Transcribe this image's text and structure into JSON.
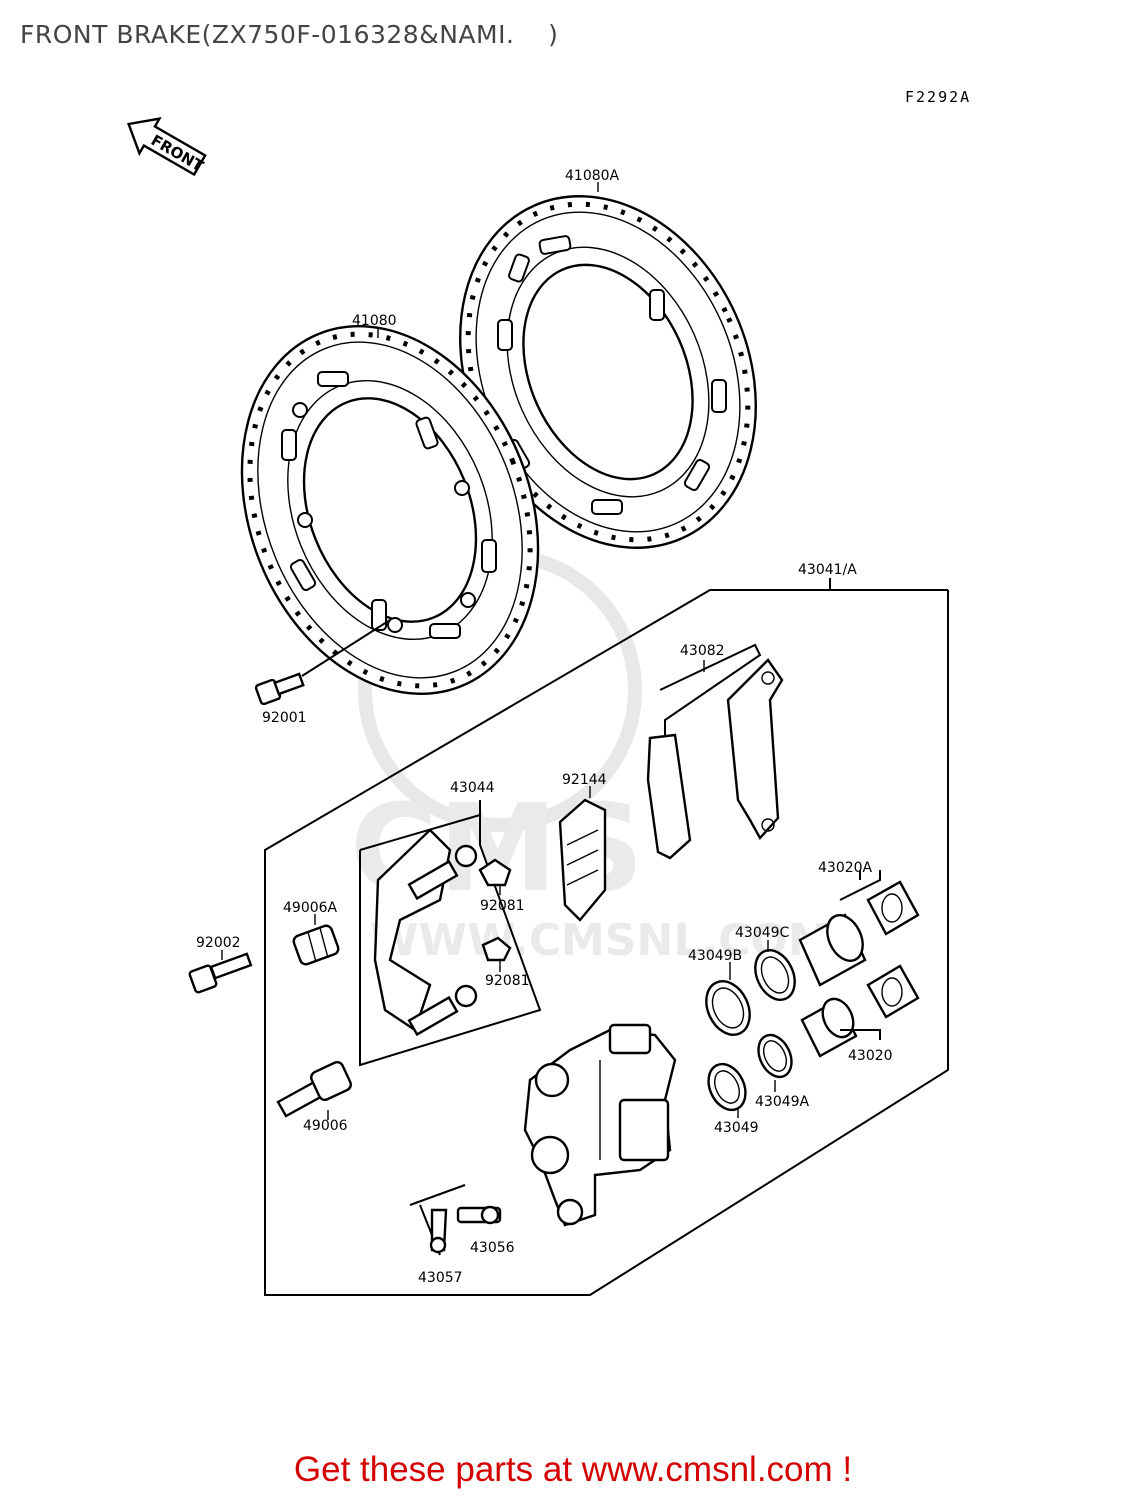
{
  "title": "FRONT BRAKE(ZX750F-016328&NAMI.    )",
  "figure_code": "F2292A",
  "front_arrow_label": "FRONT",
  "watermark": {
    "brand": "CMS",
    "url": "WWW.CMSNL.COM"
  },
  "footer": "Get these parts at www.cmsnl.com !",
  "colors": {
    "title": "#444444",
    "footer": "#d40000",
    "line": "#000000",
    "watermark": "#e8e8e8"
  },
  "part_labels": {
    "disc_a": "41080A",
    "disc": "41080",
    "caliper_assy": "43041/A",
    "pad_set": "43082",
    "bracket": "43044",
    "spring": "92144",
    "clip_1": "92081",
    "clip_2": "92081",
    "boot_a": "49006A",
    "bolt_caliper": "92002",
    "bolt_disc": "92001",
    "piston_a": "43020A",
    "seal_c": "43049C",
    "seal_b": "43049B",
    "piston": "43020",
    "seal_a": "43049A",
    "seal": "43049",
    "boot": "49006",
    "bleeder": "43056",
    "cap": "43057"
  }
}
